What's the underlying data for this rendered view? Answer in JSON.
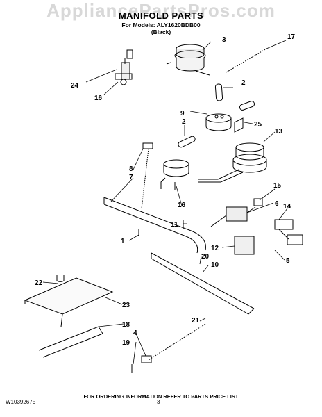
{
  "watermark": "AppliancePartsPros.com",
  "title": "MANIFOLD PARTS",
  "models_line": "For Models: ALY1620BDB00",
  "color_line": "(Black)",
  "footer_text": "FOR ORDERING INFORMATION REFER TO PARTS PRICE LIST",
  "document_number": "W10392675",
  "page_number": "3",
  "callouts": [
    "1",
    "2",
    "2",
    "3",
    "4",
    "5",
    "6",
    "7",
    "8",
    "9",
    "10",
    "11",
    "12",
    "13",
    "14",
    "15",
    "16",
    "16",
    "17",
    "18",
    "19",
    "20",
    "21",
    "22",
    "23",
    "24",
    "25"
  ]
}
